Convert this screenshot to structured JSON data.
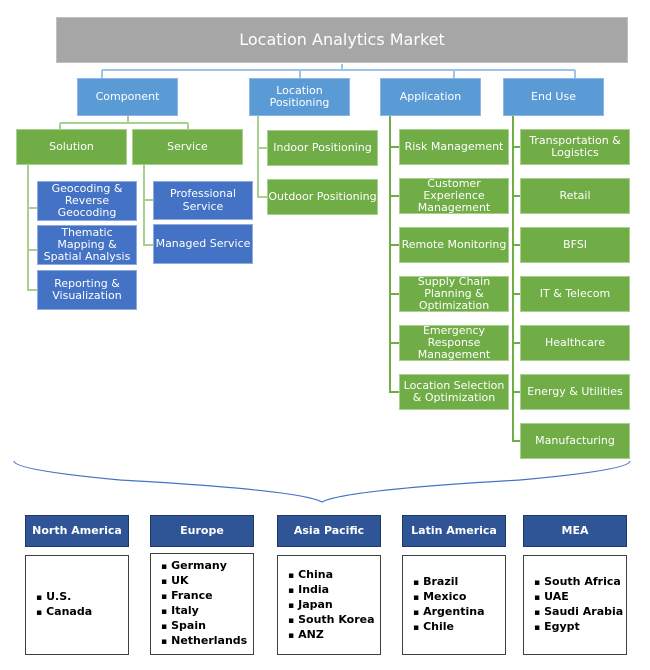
{
  "title": "Location Analytics Market",
  "categories": {
    "component": {
      "label": "Component",
      "solution": {
        "label": "Solution",
        "items": [
          "Geocoding & Reverse Geocoding",
          "Thematic Mapping & Spatial Analysis",
          "Reporting & Visualization"
        ]
      },
      "service": {
        "label": "Service",
        "items": [
          "Professional Service",
          "Managed Service"
        ]
      }
    },
    "location_positioning": {
      "label": "Location Positioning",
      "items": [
        "Indoor Positioning",
        "Outdoor Positioning"
      ]
    },
    "application": {
      "label": "Application",
      "items": [
        "Risk Management",
        "Customer Experience Management",
        "Remote Monitoring",
        "Supply Chain Planning & Optimization",
        "Emergency Response Management",
        "Location Selection & Optimization"
      ]
    },
    "end_use": {
      "label": "End Use",
      "items": [
        "Transportation & Logistics",
        "Retail",
        "BFSI",
        "IT & Telecom",
        "Healthcare",
        "Energy & Utilities",
        "Manufacturing"
      ]
    }
  },
  "regions": [
    {
      "label": "North America",
      "countries": [
        "U.S.",
        "Canada"
      ]
    },
    {
      "label": "Europe",
      "countries": [
        "Germany",
        "UK",
        "France",
        "Italy",
        "Spain",
        "Netherlands"
      ]
    },
    {
      "label": "Asia Pacific",
      "countries": [
        "China",
        "India",
        "Japan",
        "South Korea",
        "ANZ"
      ]
    },
    {
      "label": "Latin America",
      "countries": [
        "Brazil",
        "Mexico",
        "Argentina",
        "Chile"
      ]
    },
    {
      "label": "MEA",
      "countries": [
        "South Africa",
        "UAE",
        "Saudi Arabia",
        "Egypt"
      ]
    }
  ],
  "colors": {
    "title": "#a6a6a6",
    "category": "#5b9bd5",
    "subitem": "#70ad47",
    "leaf": "#4472c4",
    "region": "#2f5597"
  }
}
